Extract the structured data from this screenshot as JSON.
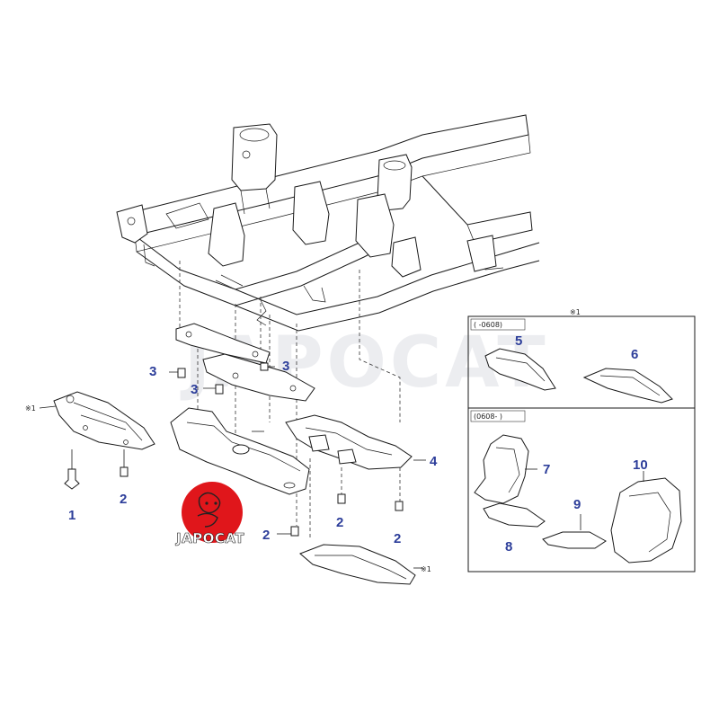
{
  "watermark": "JAPOCAT",
  "logo": {
    "text": "JAPOCAT",
    "color": "#e0161b"
  },
  "colors": {
    "callout": "#2d3e9a",
    "ink": "#1a1a1a"
  },
  "notes": {
    "asterisk_1": "※1"
  },
  "inset": {
    "header_note": "※1",
    "upper_range": "(    -0608)",
    "lower_range": "(0608-     )"
  },
  "callouts": {
    "c1": "1",
    "c2a": "2",
    "c2b": "2",
    "c2c": "2",
    "c2d": "2",
    "c3a": "3",
    "c3b": "3",
    "c3c": "3",
    "c4": "4",
    "c5": "5",
    "c6": "6",
    "c7": "7",
    "c8": "8",
    "c9": "9",
    "c10": "10"
  }
}
